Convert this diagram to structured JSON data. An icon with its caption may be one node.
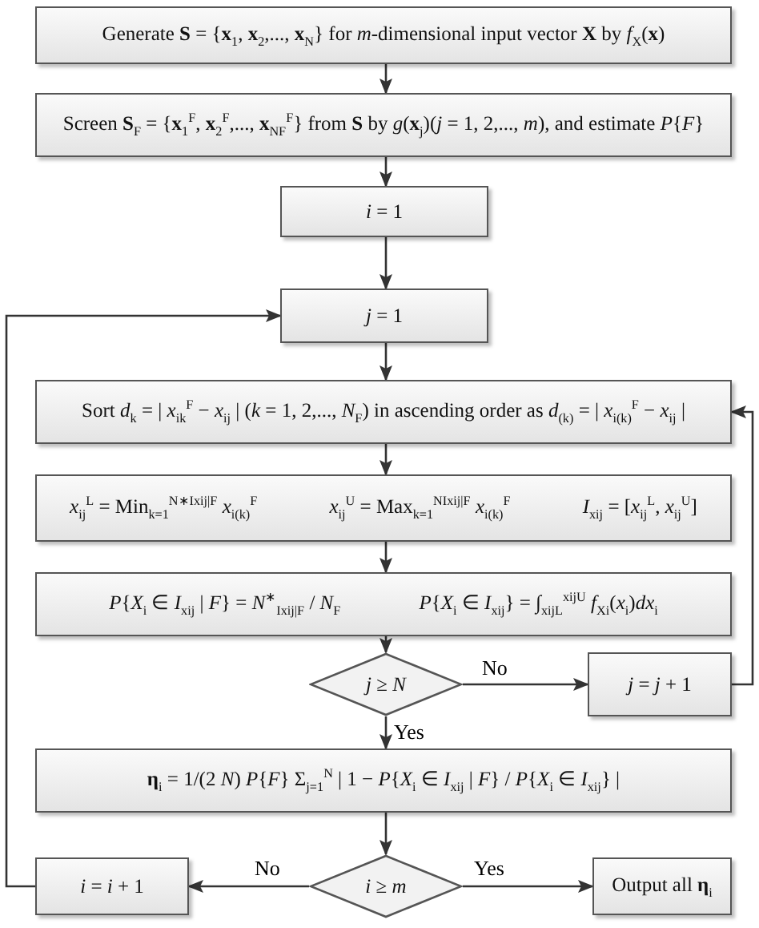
{
  "diagram": {
    "nodes": [
      {
        "text": [
          "Generate **S** = {**x**$_{1}$, **x**$_{2}$,..., **x**$_{N}$} for *m*-dimensional input vector **X** by *f*$_{X}$(**x**)"
        ]
      },
      {
        "text": [
          "Screen **S**$_{F}$ = {**x**$_{1}$$^{F}$, **x**$_{2}$$^{F}$,..., **x**$_{NF}$$^{F}$} from **S** by *g*(**x**$_{j}$)(*j* = 1, 2,..., *m*), and estimate *P*{*F*}"
        ]
      },
      {
        "text": [
          "*i* = 1"
        ]
      },
      {
        "text": [
          "*j* = 1"
        ]
      },
      {
        "text": [
          "Sort *d*$_{k}$ = | *x*$_{ik}$$^{F}$ − *x*$_{ij}$ | (*k* = 1, 2,..., *N*$_{F}$) in ascending order as *d*$_{(k)}$ = | *x*$_{i(k)}$$^{F}$ − *x*$_{ij}$ |"
        ]
      },
      {
        "text": [
          "*x*$_{ij}$$^{L}$ = Min$_{k=1}$$^{N∗Ixij|F}$ *x*$_{i(k)}$$^{F}$",
          "*x*$_{ij}$$^{U}$ = Max$_{k=1}$$^{NIxij|F}$ *x*$_{i(k)}$$^{F}$",
          "*I*$_{xij}$ = [*x*$_{ij}$$^{L}$, *x*$_{ij}$$^{U}$]"
        ]
      },
      {
        "text": [
          "*P*{*X*$_{i}$ ∈ *I*$_{xij}$ | *F*} = *N*$^{∗}$$_{Ixij|F}$ / *N*$_{F}$",
          "*P*{*X*$_{i}$ ∈ *I*$_{xij}$} = ∫$_{xijL}$$^{xijU}$ *f*$_{Xi}$(*x*$_{i}$)*dx*$_{i}$"
        ]
      },
      {
        "text": [
          "*j* ≥ *N*"
        ]
      },
      {
        "text": [
          "*j* = *j* + 1"
        ]
      },
      {
        "text": [
          "**η**$_{i}$ = 1/(2 *N*) *P*{*F*} Σ$_{j=1}$$^{N}$ | 1 − *P*{*X*$_{i}$ ∈ *I*$_{xij}$ | *F*} / *P*{*X*$_{i}$ ∈ *I*$_{xij}$} |"
        ]
      },
      {
        "text": [
          "*i* ≥ *m*"
        ]
      },
      {
        "text": [
          "*i* = *i* + 1"
        ]
      },
      {
        "text": [
          "Output all **η**$_{i}$"
        ]
      }
    ],
    "edges": [
      {
        "from": 0,
        "to": 1,
        "arrow": "to"
      },
      {
        "from": 1,
        "to": 2,
        "arrow": "to"
      },
      {
        "from": 2,
        "to": 3,
        "arrow": "to"
      },
      {
        "from": 3,
        "to": 4,
        "arrow": "to"
      },
      {
        "from": 4,
        "to": 5,
        "arrow": "to"
      },
      {
        "from": 5,
        "to": 6,
        "arrow": "to"
      },
      {
        "from": 6,
        "to": 7,
        "arrow": "to"
      },
      {
        "from": 7,
        "to": 8,
        "arrow": "to",
        "label": "No"
      },
      {
        "from": 8,
        "to": 4,
        "arrow": "to"
      },
      {
        "from": 7,
        "to": 9,
        "arrow": "to",
        "label": "Yes"
      },
      {
        "from": 9,
        "to": 10,
        "arrow": "to"
      },
      {
        "from": 10,
        "to": 11,
        "arrow": "to",
        "label": "No"
      },
      {
        "from": 10,
        "to": 12,
        "arrow": "to",
        "label": "Yes"
      },
      {
        "from": 11,
        "to": 3,
        "arrow": "to"
      }
    ]
  }
}
